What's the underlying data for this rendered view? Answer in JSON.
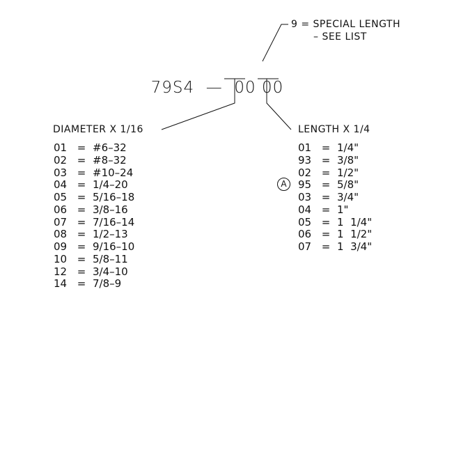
{
  "part_number": {
    "prefix": "79S4",
    "dash": "—",
    "diameter_code": "00",
    "length_code": "00"
  },
  "special_note": {
    "line1": "9 = SPECIAL LENGTH",
    "line2": "– SEE LIST"
  },
  "diameter": {
    "header": "DIAMETER X 1/16",
    "items": [
      {
        "code": "01",
        "eq": "=",
        "value": "#6–32"
      },
      {
        "code": "02",
        "eq": "=",
        "value": "#8–32"
      },
      {
        "code": "03",
        "eq": "=",
        "value": "#10–24"
      },
      {
        "code": "04",
        "eq": "=",
        "value": "1/4–20"
      },
      {
        "code": "05",
        "eq": "=",
        "value": "5/16–18"
      },
      {
        "code": "06",
        "eq": "=",
        "value": "3/8–16"
      },
      {
        "code": "07",
        "eq": "=",
        "value": "7/16–14"
      },
      {
        "code": "08",
        "eq": "=",
        "value": "1/2–13"
      },
      {
        "code": "09",
        "eq": "=",
        "value": "9/16–10"
      },
      {
        "code": "10",
        "eq": "=",
        "value": "5/8–11"
      },
      {
        "code": "12",
        "eq": "=",
        "value": "3/4–10"
      },
      {
        "code": "14",
        "eq": "=",
        "value": "7/8–9"
      }
    ]
  },
  "length": {
    "header": "LENGTH X 1/4",
    "revision_marker": "A",
    "items": [
      {
        "code": "01",
        "eq": "=",
        "value": "1/4\""
      },
      {
        "code": "93",
        "eq": "=",
        "value": "3/8\""
      },
      {
        "code": "02",
        "eq": "=",
        "value": "1/2\""
      },
      {
        "code": "95",
        "eq": "=",
        "value": "5/8\""
      },
      {
        "code": "03",
        "eq": "=",
        "value": "3/4\""
      },
      {
        "code": "04",
        "eq": "=",
        "value": "1\""
      },
      {
        "code": "05",
        "eq": "=",
        "value": "1  1/4\""
      },
      {
        "code": "06",
        "eq": "=",
        "value": "1  1/2\""
      },
      {
        "code": "07",
        "eq": "=",
        "value": "1  3/4\""
      }
    ]
  }
}
